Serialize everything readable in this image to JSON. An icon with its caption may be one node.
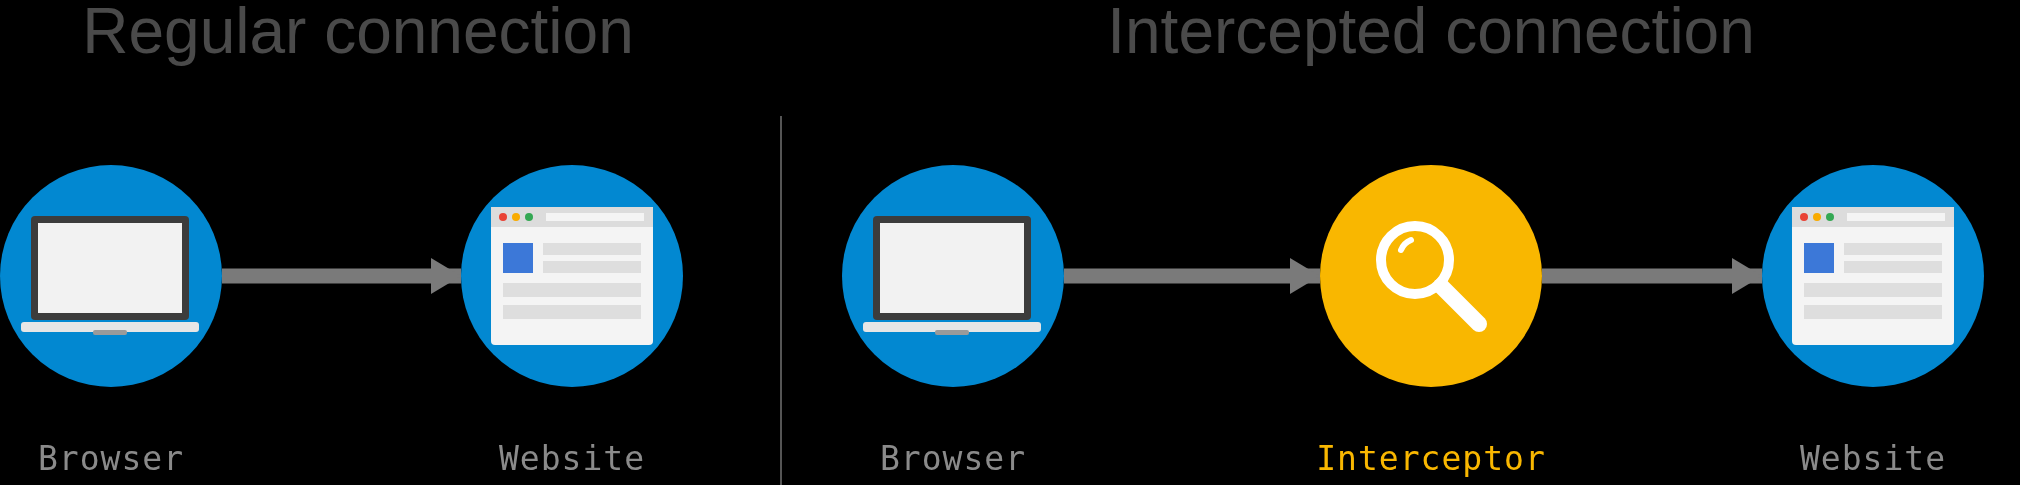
{
  "diagram": {
    "nodes": [
      {
        "text": [
          "Browser"
        ]
      },
      {
        "text": [
          "Website"
        ]
      },
      {
        "text": [
          "Browser"
        ]
      },
      {
        "text": [
          "Interceptor"
        ]
      },
      {
        "text": [
          "Website"
        ]
      }
    ],
    "edges": [
      {
        "from": 0,
        "to": 1,
        "arrow": "to"
      },
      {
        "from": 2,
        "to": 3,
        "arrow": "to"
      },
      {
        "from": 3,
        "to": 4,
        "arrow": "to"
      }
    ],
    "labels": [
      "Regular connection",
      "Intercepted connection"
    ]
  }
}
